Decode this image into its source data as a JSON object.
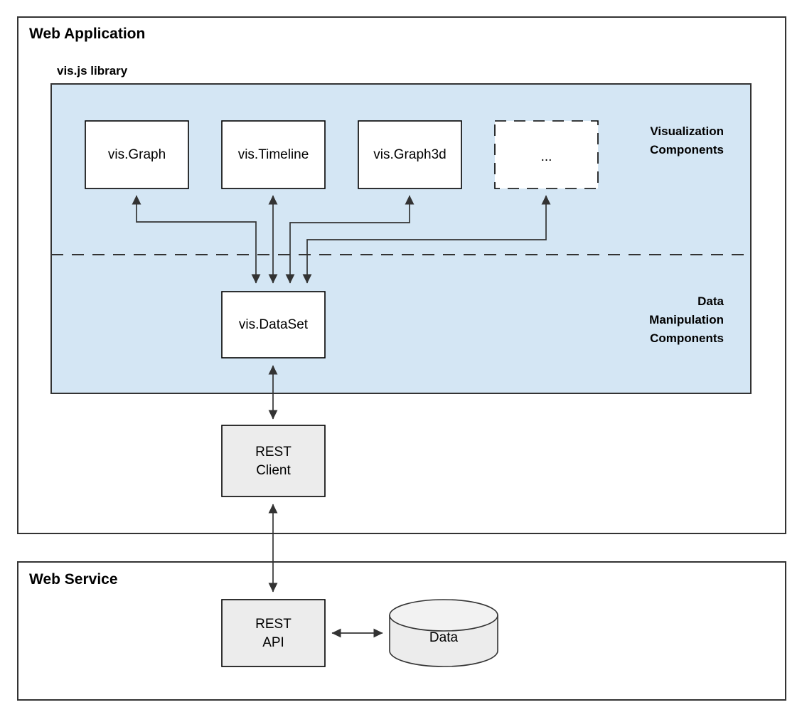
{
  "panels": [
    {
      "id": "web-application",
      "title": "Web Application"
    },
    {
      "id": "web-service",
      "title": "Web Service"
    }
  ],
  "library": {
    "title": "vis.js library",
    "region_labels": {
      "visualization": [
        "Visualization",
        "Components"
      ],
      "data_manipulation": [
        "Data",
        "Manipulation",
        "Components"
      ]
    }
  },
  "nodes": {
    "vis_graph": "vis.Graph",
    "vis_timeline": "vis.Timeline",
    "vis_graph3d": "vis.Graph3d",
    "ellipsis": "...",
    "vis_dataset": "vis.DataSet",
    "rest_client_line1": "REST",
    "rest_client_line2": "Client",
    "rest_api_line1": "REST",
    "rest_api_line2": "API",
    "data_store": "Data"
  },
  "colors": {
    "library_region": "#d4e6f4",
    "panel_border": "#333333",
    "node_fill": "#ffffff",
    "gray_node_fill": "#ececec",
    "connector": "#333333"
  }
}
